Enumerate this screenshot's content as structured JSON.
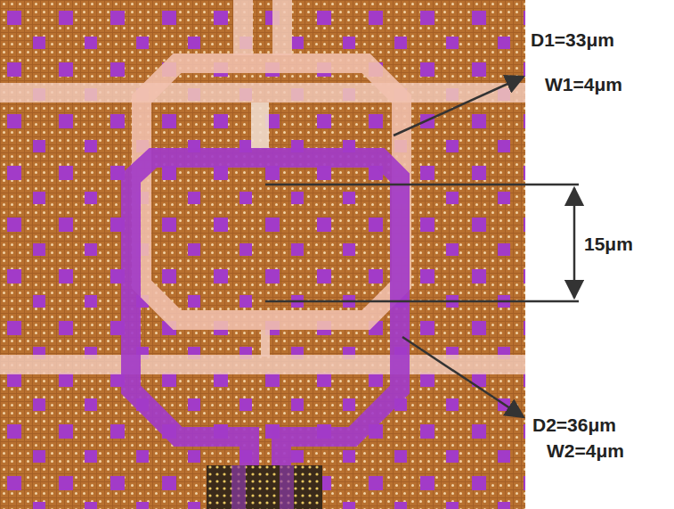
{
  "diagram": {
    "labels": [
      "D1=33μm",
      "W1=4μm",
      "15μm",
      "D2=36μm",
      "W2=4μm"
    ]
  }
}
